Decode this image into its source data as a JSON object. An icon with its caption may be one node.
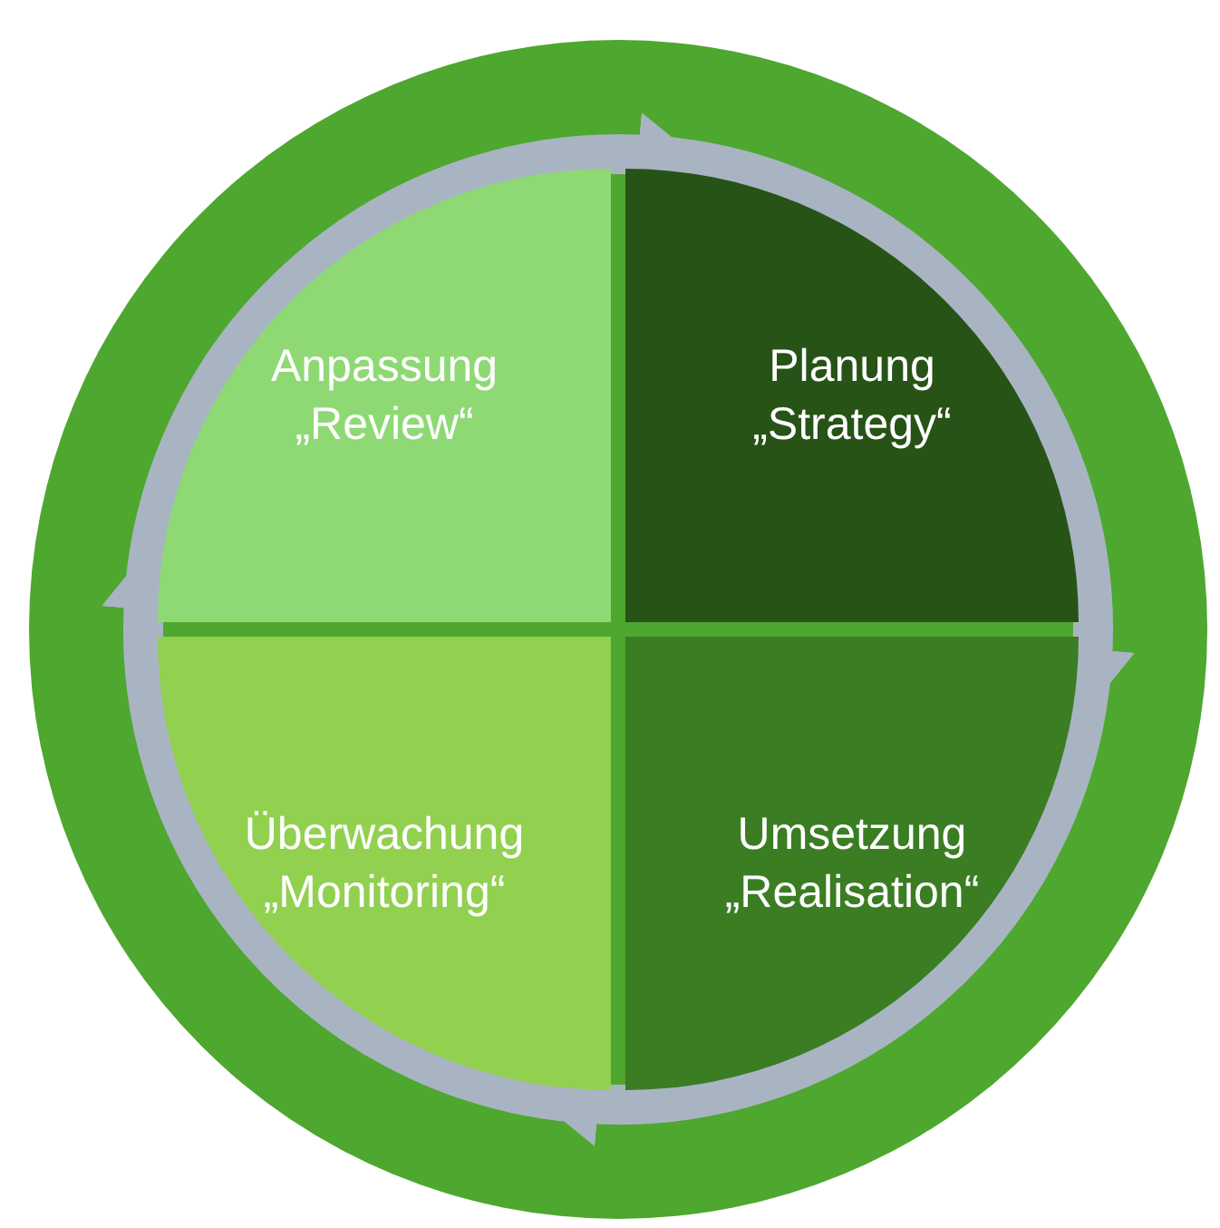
{
  "diagram": {
    "nodes": [
      {
        "text": [],
        "shape": "circle"
      },
      {
        "text": [
          "Anpassung „Review“"
        ],
        "in": 0
      },
      {
        "text": [
          "Planung „Strategy“"
        ],
        "in": 0
      },
      {
        "text": [
          "Überwachung „Monitoring“"
        ],
        "in": 0
      },
      {
        "text": [
          "Umsetzung „Realisation“"
        ],
        "in": 0
      }
    ],
    "edges": [
      {
        "from": 1,
        "to": 2,
        "arrow": "to"
      },
      {
        "from": 2,
        "to": 4,
        "arrow": "to"
      },
      {
        "from": 4,
        "to": 3,
        "arrow": "to"
      },
      {
        "from": 3,
        "to": 1,
        "arrow": "to"
      }
    ]
  }
}
